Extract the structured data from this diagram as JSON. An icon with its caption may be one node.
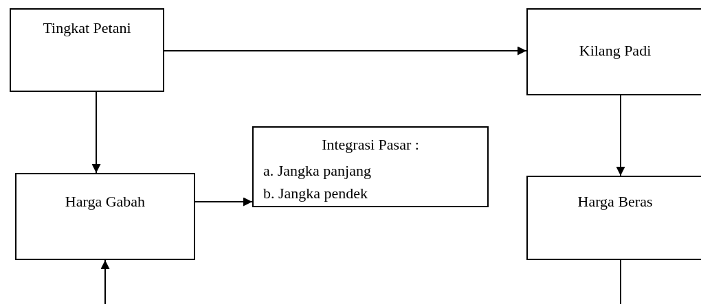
{
  "diagram": {
    "nodes": [
      {
        "text": [
          "Tingkat Petani"
        ]
      },
      {
        "text": [
          "Kilang Padi"
        ]
      },
      {
        "text": [
          "Harga Gabah"
        ]
      },
      {
        "text": [
          "Integrasi Pasar :",
          "a. Jangka panjang",
          "b. Jangka pendek"
        ]
      },
      {
        "text": [
          "Harga Beras"
        ]
      }
    ],
    "edges": [
      {
        "from": 0,
        "to": 1,
        "arrow": "to"
      },
      {
        "from": 0,
        "to": 2,
        "arrow": "to"
      },
      {
        "from": null,
        "to": 2,
        "arrow": "to"
      },
      {
        "from": 2,
        "to": 3,
        "arrow": "to"
      },
      {
        "from": 1,
        "to": 4,
        "arrow": "to"
      },
      {
        "from": 4,
        "to": null,
        "arrow": "none"
      }
    ]
  }
}
